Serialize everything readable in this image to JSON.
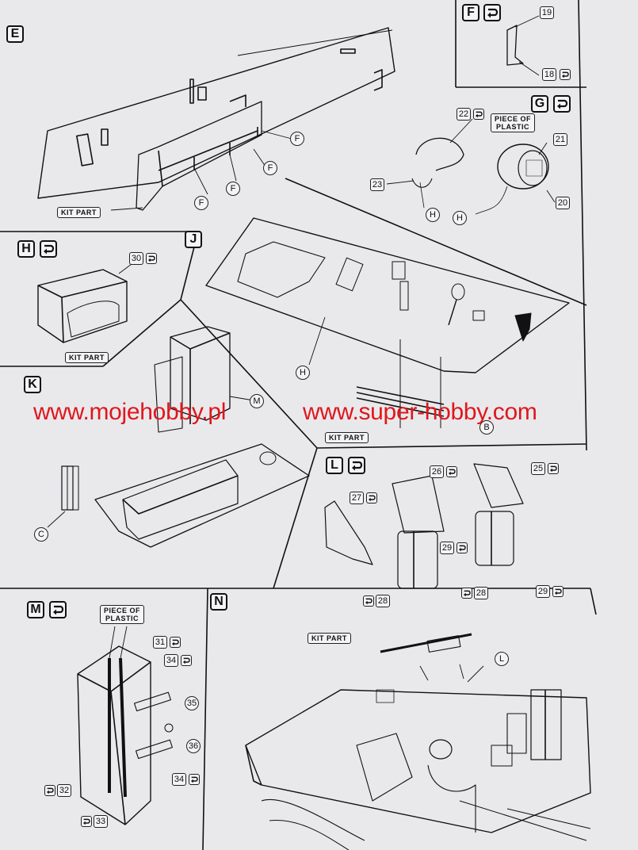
{
  "steps": {
    "E": "E",
    "F": "F",
    "G": "G",
    "H": "H",
    "J": "J",
    "K": "K",
    "L": "L",
    "M": "M",
    "N": "N"
  },
  "labels": {
    "kit_part": "KIT PART",
    "piece_of_plastic_1": "PIECE OF",
    "piece_of_plastic_2": "PLASTIC"
  },
  "parts": {
    "p18": "18",
    "p19": "19",
    "p20": "20",
    "p21": "21",
    "p22": "22",
    "p23": "23",
    "p25": "25",
    "p26": "26",
    "p27": "27",
    "p28": "28",
    "p29": "29",
    "p30": "30",
    "p31": "31",
    "p32": "32",
    "p33": "33",
    "p34": "34",
    "p35": "35",
    "p36": "36"
  },
  "callouts": {
    "F": "F",
    "H": "H",
    "M": "M",
    "C": "C",
    "B": "B",
    "L": "L"
  },
  "watermark": {
    "left": "www.mojehobby.pl",
    "right": "www.super-hobby.com"
  },
  "colors": {
    "ink": "#111111",
    "paper": "#e9e9ec",
    "watermark": "#e0161c"
  }
}
